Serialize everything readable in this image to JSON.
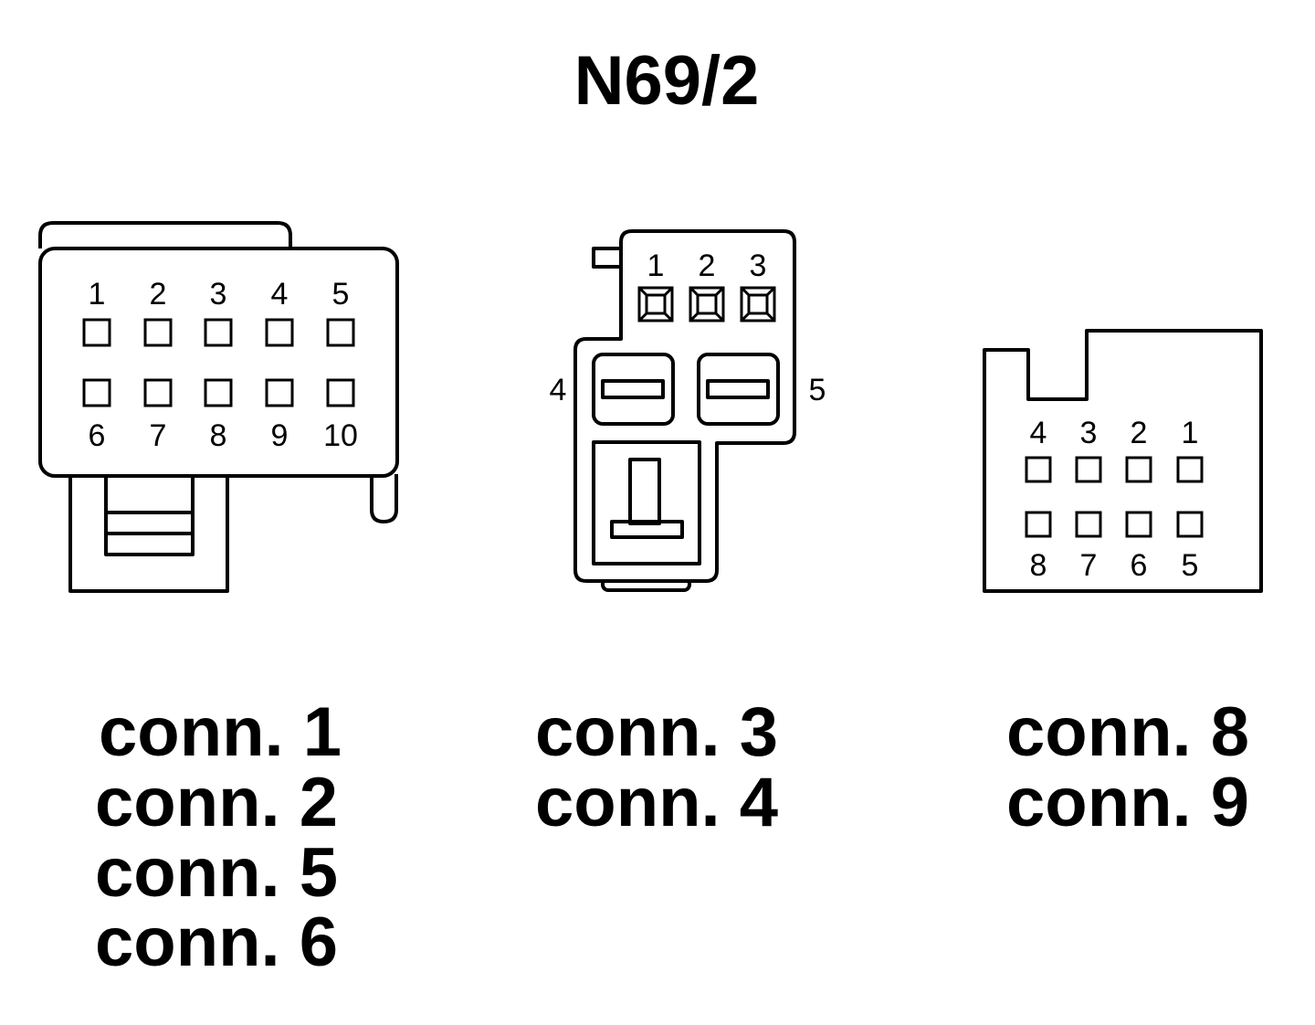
{
  "title": "N69/2",
  "connectors": [
    {
      "id": "left",
      "pins_top": [
        "1",
        "2",
        "3",
        "4",
        "5"
      ],
      "pins_bottom": [
        "6",
        "7",
        "8",
        "9",
        "10"
      ],
      "labels": [
        "conn. 1",
        "conn. 2",
        "conn. 5",
        "conn. 6"
      ]
    },
    {
      "id": "middle",
      "pins_top": [
        "1",
        "2",
        "3"
      ],
      "pin_left": "4",
      "pin_right": "5",
      "labels": [
        "conn. 3",
        "conn. 4"
      ]
    },
    {
      "id": "right",
      "pins_top": [
        "4",
        "3",
        "2",
        "1"
      ],
      "pins_bottom": [
        "8",
        "7",
        "6",
        "5"
      ],
      "labels": [
        "conn. 8",
        "conn. 9"
      ]
    }
  ]
}
